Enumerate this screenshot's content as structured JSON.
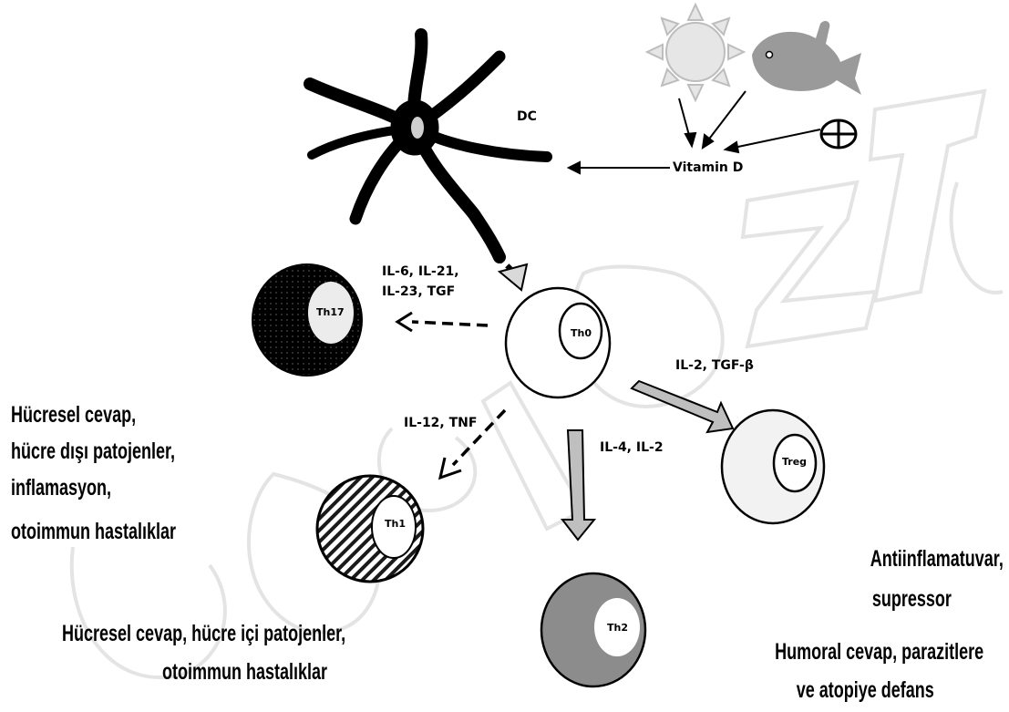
{
  "dc_label": "DC",
  "vitamin_d": "Vitamin D",
  "cells": {
    "th0": "Th0",
    "th17": "Th17",
    "th1": "Th1",
    "th2": "Th2",
    "treg": "Treg"
  },
  "cytokines": {
    "th17_line1": "IL-6, IL-21,",
    "th17_line2": "IL-23, TGF",
    "th1": "IL-12, TNF",
    "th2": "IL-4, IL-2",
    "treg": "IL-2, TGF-β"
  },
  "descriptions": {
    "th17": [
      "Hücresel  cevap,",
      "hücre dışı patojenler,",
      "inflamasyon,",
      "otoimmun  hastalıklar"
    ],
    "th1": [
      "Hücresel  cevap, hücre içi patojenler,",
      "otoimmun  hastalıklar"
    ],
    "treg": [
      "Antiinflamatuvar,",
      "supressor"
    ],
    "th2": [
      "Humoral  cevap, parazitlere",
      "ve atopiye  defans"
    ]
  },
  "colors": {
    "th2_fill": "#8c8c8c",
    "arrow_fill": "#bfbfbf",
    "sun": "#e0e0e0",
    "fish": "#9a9a9a",
    "treg_fill": "#f2f2f2",
    "watermark": "#d9d9d9"
  },
  "icons": [
    "sun-icon",
    "fish-icon",
    "food-plate-icon"
  ]
}
